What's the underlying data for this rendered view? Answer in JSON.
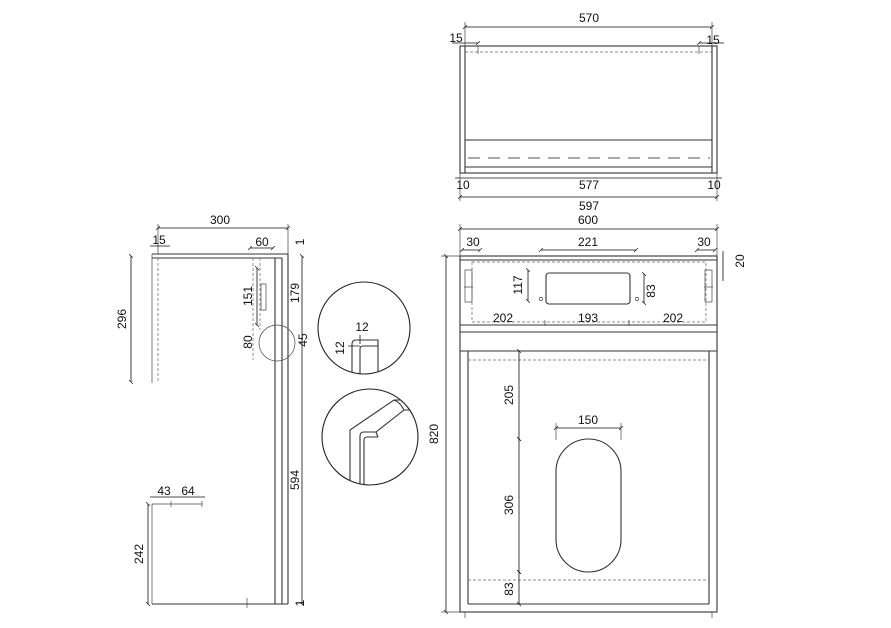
{
  "plan_view": {
    "dims": {
      "overall_inner": "570",
      "left_side": "15",
      "right_side": "15",
      "bottom_left": "10",
      "bottom_mid": "577",
      "bottom_right": "10",
      "total_width": "597"
    }
  },
  "side_view": {
    "dims": {
      "depth": "300",
      "back_offset": "15",
      "rail_depth": "60",
      "top_gap": "1",
      "rail_height": "296",
      "slot_height": "151",
      "rail_to_top": "179",
      "slot_gap": "80",
      "lower_panel": "45",
      "panel_height": "594",
      "foot_offset_a": "43",
      "foot_offset_b": "64",
      "foot_height": "242",
      "bottom_gap": "1"
    }
  },
  "details": {
    "groove_depth": "12",
    "groove_width": "12"
  },
  "front_view": {
    "dims": {
      "total_width": "600",
      "left_margin": "30",
      "cutout_width": "221",
      "right_margin": "30",
      "top_offset": "20",
      "cutout_top": "117",
      "cutout_height": "83",
      "rail_left": "202",
      "rail_mid": "193",
      "rail_right": "202",
      "total_height": "820",
      "access_top": "205",
      "access_width": "150",
      "access_height": "306",
      "access_bottom": "83"
    }
  }
}
